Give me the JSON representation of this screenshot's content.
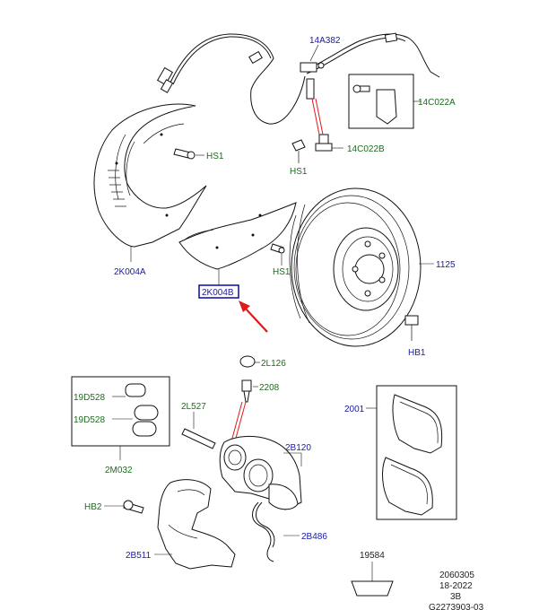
{
  "colors": {
    "label_blue": "#1a1aa6",
    "label_green": "#1f6b1f",
    "highlight": "#e0191b",
    "highlight_box": "#1a1aa6"
  },
  "labels": {
    "sensor": "14A382",
    "bracket": "14C022A",
    "clip": "14C022B",
    "hs1_shield_top": "HS1",
    "hs1_sensor": "HS1",
    "shield_main": "2K004A",
    "shield_small_highlighted": "2K004B",
    "hs1_shield_small": "HS1",
    "disc": "1125",
    "hb1": "HB1",
    "cap": "2L126",
    "bleed_screw": "2208",
    "guide_pin_boot_1": "19D528",
    "guide_pin_boot_2": "19D528",
    "guide_pin": "2L527",
    "caliper": "2B120",
    "pad_kit": "2M032",
    "pads": "2001",
    "hb2": "HB2",
    "spring": "2B486",
    "carrier": "2B511",
    "grease": "19584"
  },
  "footer": {
    "line1": "2060305",
    "line2": "18-2022",
    "line3": "3B",
    "line4": "G2273903-03"
  },
  "icons": {
    "pointer": "red-arrow-icon"
  }
}
